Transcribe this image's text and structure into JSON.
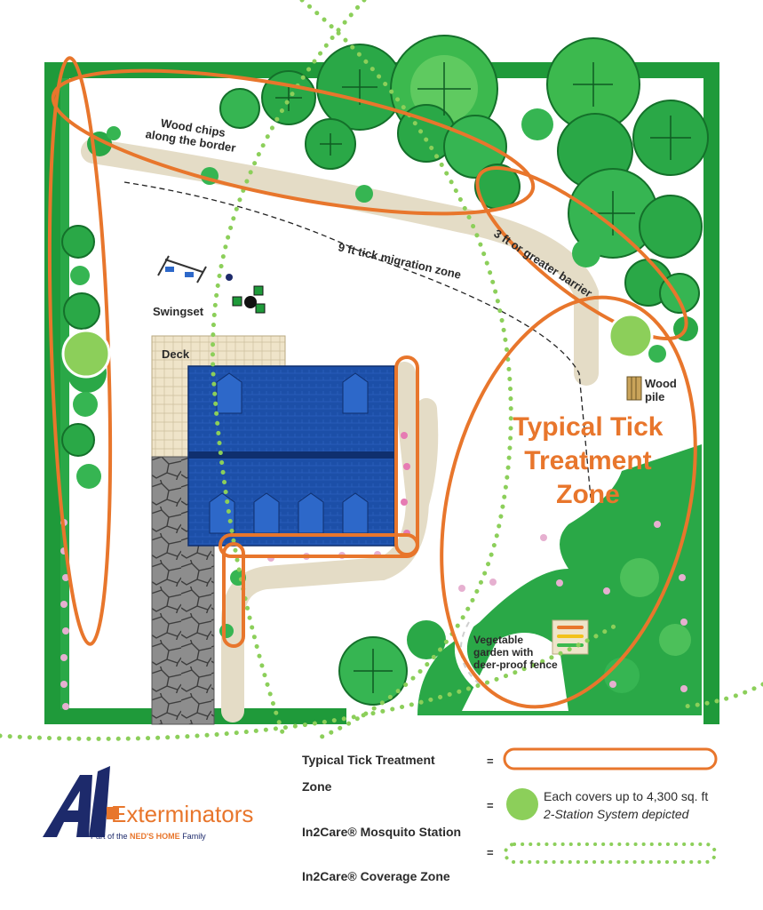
{
  "map": {
    "labels": {
      "wood_chips_line1": "Wood chips",
      "wood_chips_line2": "along the border",
      "migration_zone": "9 ft tick migration zone",
      "barrier": "3 ft or greater barrier",
      "swingset": "Swingset",
      "deck": "Deck",
      "wood_pile_line1": "Wood",
      "wood_pile_line2": "pile",
      "veg_line1": "Vegetable",
      "veg_line2": "garden with",
      "veg_line3": "deer-proof fence"
    },
    "zone_title": {
      "line1": "Typical Tick",
      "line2": "Treatment",
      "line3": "Zone"
    }
  },
  "legend": {
    "items": [
      {
        "label_line1": "Typical Tick Treatment",
        "label_line2": "Zone",
        "equals": "="
      },
      {
        "label": "In2Care® Mosquito Station",
        "equals": "=",
        "note_line1": "Each covers up to 4,300 sq. ft",
        "note_line2": "2-Station System depicted"
      },
      {
        "label": "In2Care® Coverage Zone",
        "equals": "="
      }
    ]
  },
  "logo": {
    "mark": "A1",
    "name": "Exterminators",
    "tagline_prefix": "Part of the ",
    "tagline_brand": "NED'S HOME",
    "tagline_suffix": " Family"
  },
  "colors": {
    "orange": "#e8762c",
    "green_dark": "#1f9a3a",
    "green_light": "#8ccf5a",
    "roof_blue": "#1c4fa8",
    "navy": "#1d2a6b"
  }
}
